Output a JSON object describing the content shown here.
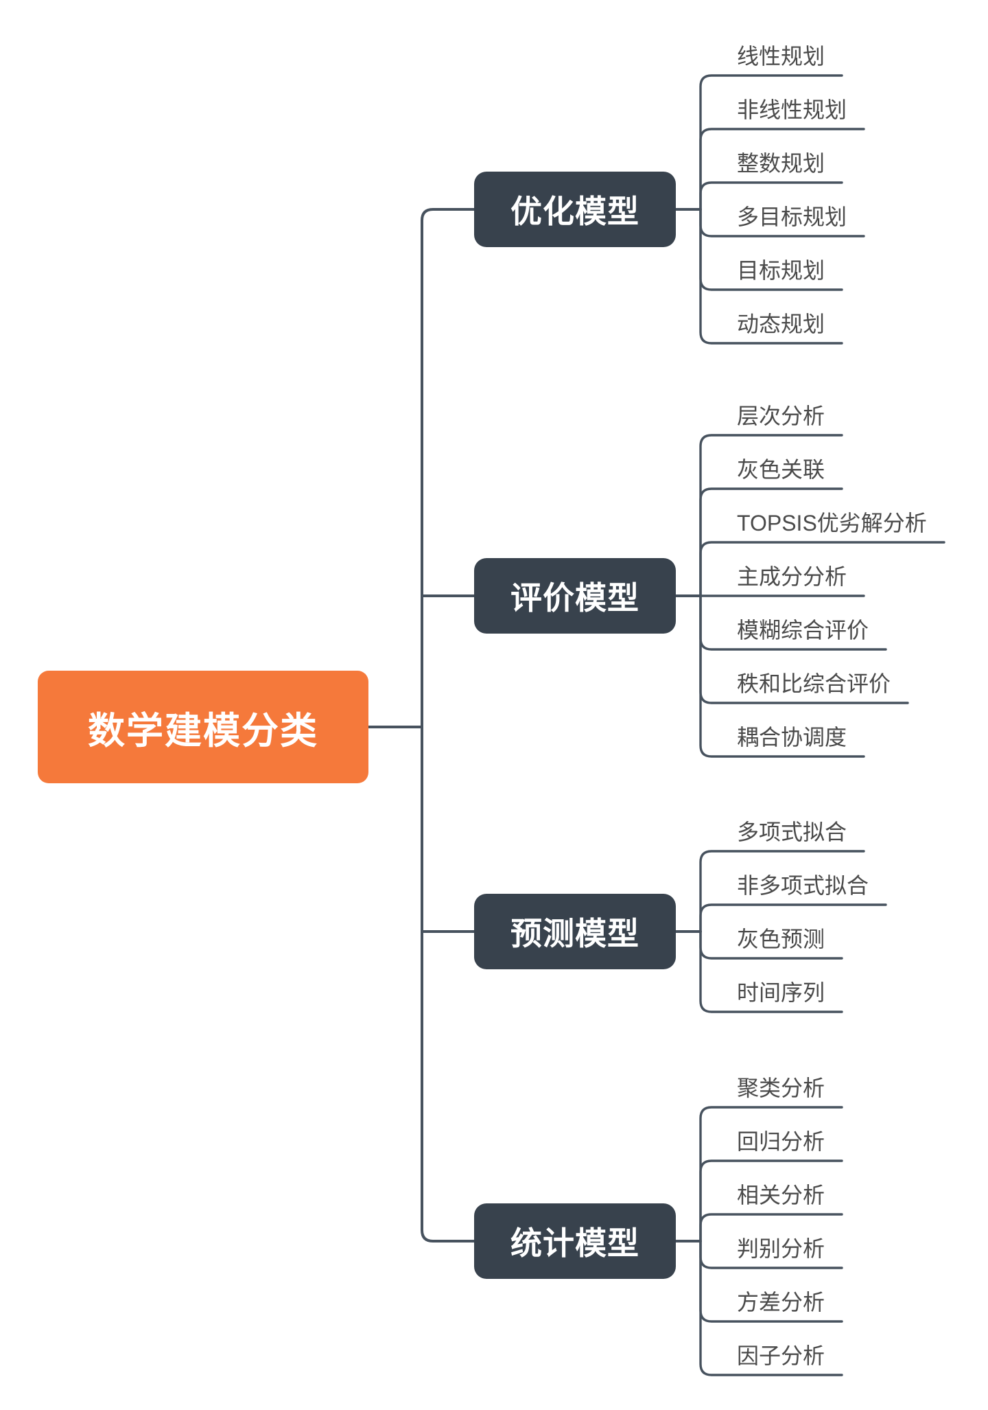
{
  "root": {
    "label": "数学建模分类"
  },
  "branches": [
    {
      "label": "优化模型",
      "children": [
        "线性规划",
        "非线性规划",
        "整数规划",
        "多目标规划",
        "目标规划",
        "动态规划"
      ]
    },
    {
      "label": "评价模型",
      "children": [
        "层次分析",
        "灰色关联",
        "TOPSIS优劣解分析",
        "主成分分析",
        "模糊综合评价",
        "秩和比综合评价",
        "耦合协调度"
      ]
    },
    {
      "label": "预测模型",
      "children": [
        "多项式拟合",
        "非多项式拟合",
        "灰色预测",
        "时间序列"
      ]
    },
    {
      "label": "统计模型",
      "children": [
        "聚类分析",
        "回归分析",
        "相关分析",
        "判别分析",
        "方差分析",
        "因子分析"
      ]
    }
  ],
  "colors": {
    "root_bg": "#F5793B",
    "branch_bg": "#38424D",
    "line": "#47525E",
    "child_text": "#4A4A4A",
    "node_text": "#FFFFFF",
    "background": "#FFFFFF"
  }
}
